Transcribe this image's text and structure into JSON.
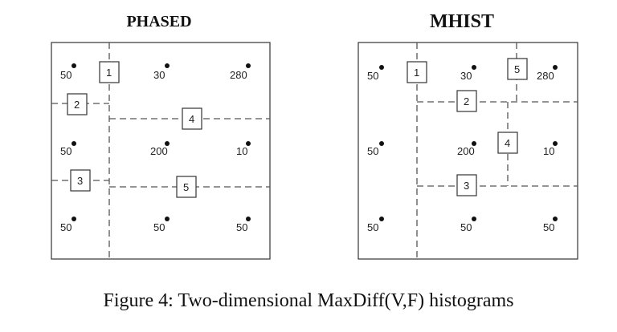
{
  "figure": {
    "caption": "Figure 4:  Two-dimensional MaxDiff(V,F) histograms",
    "colors": {
      "ink": "#222222",
      "frame": "#333333",
      "background": "#ffffff"
    },
    "panels": [
      {
        "title": "PHASED",
        "counts": [
          "50",
          "30",
          "280",
          "50",
          "200",
          "10",
          "50",
          "50",
          "50"
        ],
        "buckets": [
          "1",
          "2",
          "3",
          "4",
          "5"
        ]
      },
      {
        "title": "MHIST",
        "counts": [
          "50",
          "30",
          "280",
          "50",
          "200",
          "10",
          "50",
          "50",
          "50"
        ],
        "buckets": [
          "1",
          "2",
          "3",
          "4",
          "5"
        ]
      }
    ]
  }
}
